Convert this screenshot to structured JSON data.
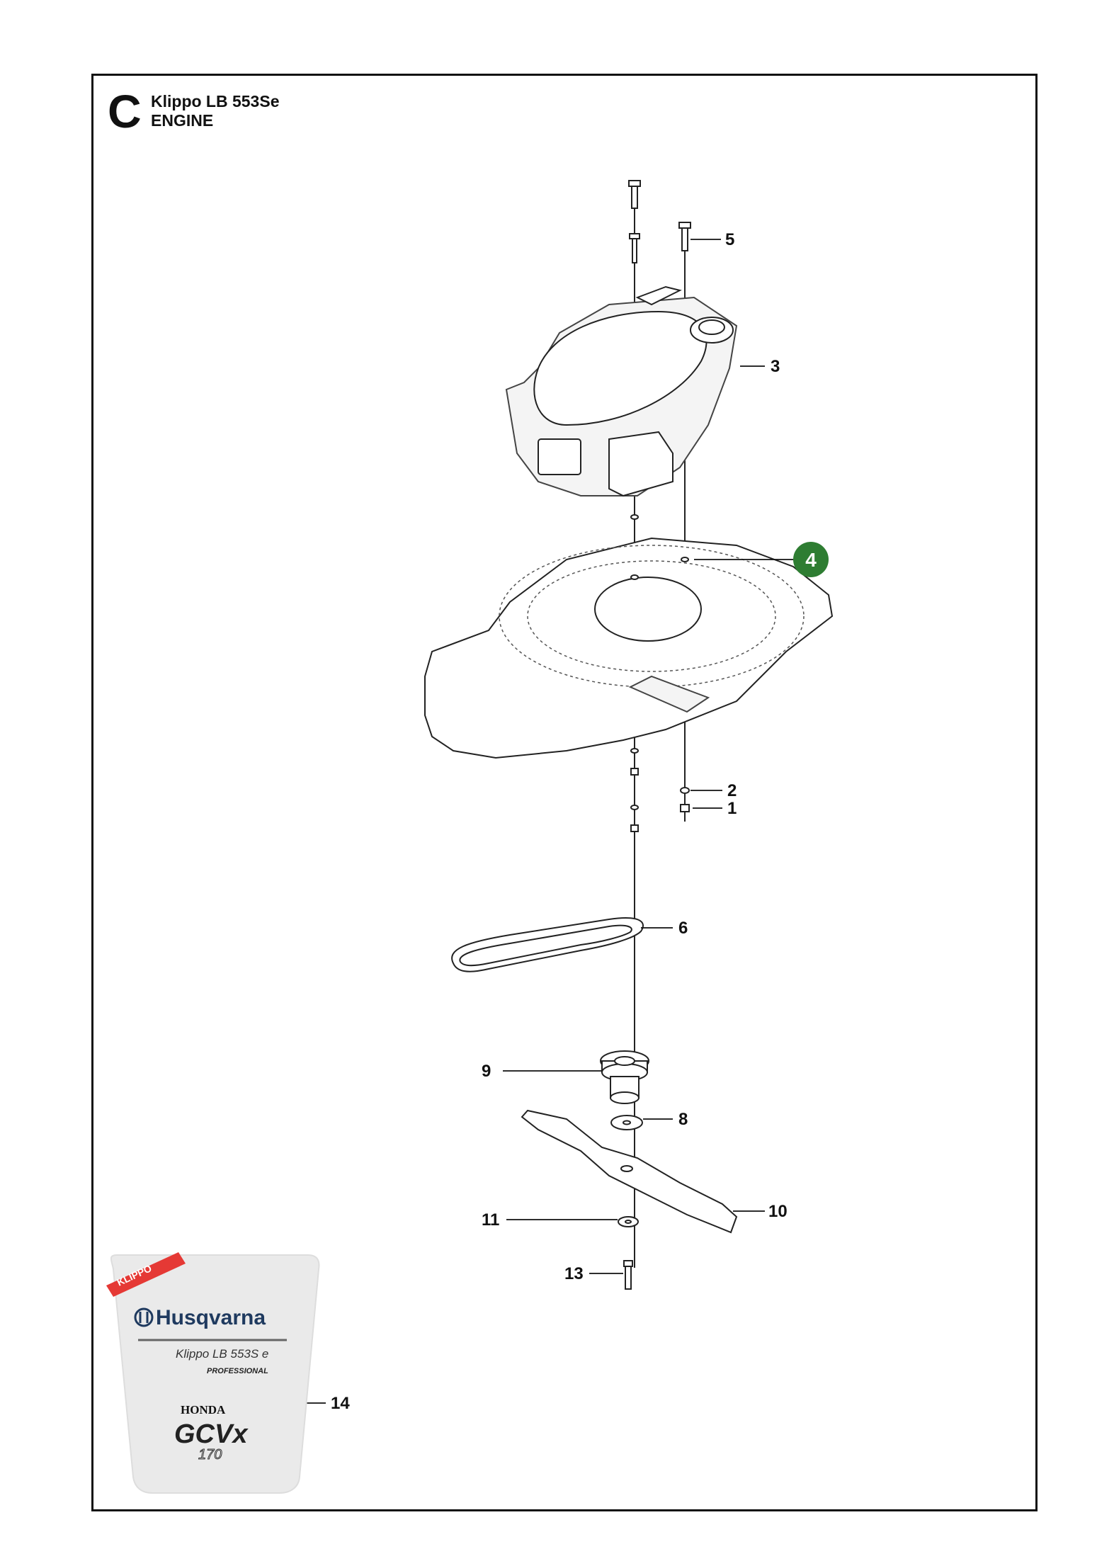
{
  "header": {
    "section_letter": "C",
    "model": "Klippo LB 553Se",
    "section": "ENGINE"
  },
  "callouts": [
    {
      "id": "1",
      "label": "1"
    },
    {
      "id": "2",
      "label": "2"
    },
    {
      "id": "3",
      "label": "3"
    },
    {
      "id": "4",
      "label": "4",
      "highlighted": true,
      "color": "#2e7d32"
    },
    {
      "id": "5",
      "label": "5"
    },
    {
      "id": "6",
      "label": "6"
    },
    {
      "id": "8",
      "label": "8"
    },
    {
      "id": "9",
      "label": "9"
    },
    {
      "id": "10",
      "label": "10"
    },
    {
      "id": "11",
      "label": "11"
    },
    {
      "id": "13",
      "label": "13"
    },
    {
      "id": "14",
      "label": "14"
    }
  ],
  "decal": {
    "ribbon": "KLIPPO",
    "brand": "Husqvarna",
    "model_line": "Klippo LB 553S e",
    "grade": "PROFESSIONAL",
    "engine_brand": "HONDA",
    "engine_model": "GCVx",
    "engine_size": "170",
    "colors": {
      "ribbon": "#e53935",
      "brand": "#1f3a5f"
    }
  }
}
